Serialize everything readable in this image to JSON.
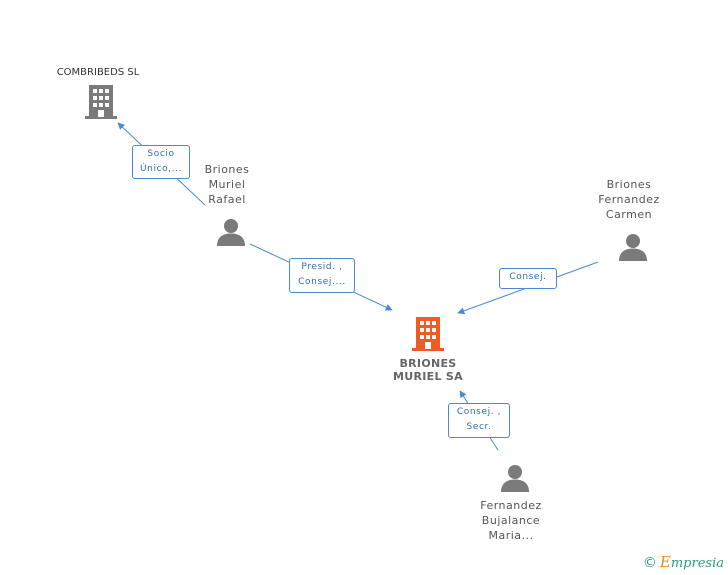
{
  "nodes": {
    "combribeds": {
      "label": "COMBRIBEDS SL",
      "icon": "building-icon",
      "color": "#7a7a7a"
    },
    "briones_muriel_sa": {
      "label": "BRIONES\nMURIEL SA",
      "icon": "building-icon",
      "color": "#f05a23"
    },
    "briones_muriel_rafael": {
      "label": "Briones\nMuriel\nRafael",
      "icon": "person-icon"
    },
    "briones_fernandez_carmen": {
      "label": "Briones\nFernandez\nCarmen",
      "icon": "person-icon"
    },
    "fernandez_bujalance_maria": {
      "label": "Fernandez\nBujalance\nMaria...",
      "icon": "person-icon"
    }
  },
  "edges": {
    "socio": {
      "label": "Socio\nÚnico,..."
    },
    "presid": {
      "label": "Presid. ,\nConsej...."
    },
    "consej_carmen": {
      "label": "Consej."
    },
    "consej_secr": {
      "label": "Consej. ,\nSecr."
    }
  },
  "footer": {
    "copyright": "©",
    "brand_e": "E",
    "brand_rest": "mpresia"
  },
  "colors": {
    "edge": "#4a8ad4",
    "person": "#7a7a7a"
  }
}
